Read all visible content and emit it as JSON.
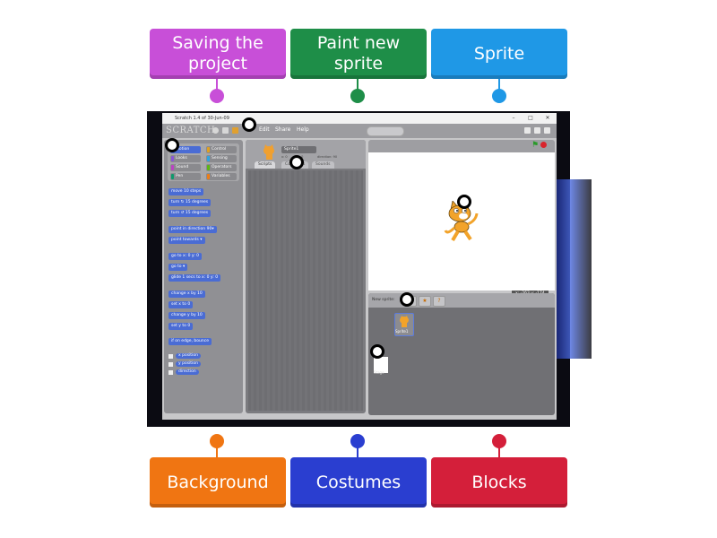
{
  "labels": {
    "top": [
      {
        "text": "Saving the project",
        "color": "#c84fd8"
      },
      {
        "text": "Paint new sprite",
        "color": "#1e8e48"
      },
      {
        "text": "Sprite",
        "color": "#1f98e6"
      }
    ],
    "bottom": [
      {
        "text": "Background",
        "color": "#f07512"
      },
      {
        "text": "Costumes",
        "color": "#2a3ed0"
      },
      {
        "text": "Blocks",
        "color": "#d41f3a"
      }
    ]
  },
  "app": {
    "title": "Scratch 1.4 of 30-Jun-09",
    "logo": "SCRATCH",
    "menus": [
      "Edit",
      "Share",
      "Help"
    ],
    "window_controls": [
      "–",
      "□",
      "✕"
    ]
  },
  "categories": [
    "Motion",
    "Control",
    "Looks",
    "Sensing",
    "Sound",
    "Operators",
    "Pen",
    "Variables"
  ],
  "category_colors": [
    "#4a6cd4",
    "#e0a020",
    "#8a55d7",
    "#2ca5e2",
    "#bb42c3",
    "#5cb712",
    "#0e9a6c",
    "#ee7d16"
  ],
  "blocks": [
    "move 10 steps",
    "turn ↻ 15 degrees",
    "turn ↺ 15 degrees",
    "point in direction 90▾",
    "point towards ▾",
    "go to x: 0 y: 0",
    "go to ▾",
    "glide 1 secs to x: 0 y: 0",
    "change x by 10",
    "set x to 0",
    "change y by 10",
    "set y to 0",
    "if on edge, bounce"
  ],
  "reporters": [
    "x position",
    "y position",
    "direction"
  ],
  "sprite": {
    "name": "Sprite1",
    "x_label": "x: 0",
    "y_label": "y: 0",
    "direction_label": "direction: 90"
  },
  "tabs": [
    "Scripts",
    "Costumes",
    "Sounds"
  ],
  "coords": "x: -263  y: -174",
  "sprite_list": {
    "new_sprite_label": "New sprite:",
    "thumb_label": "Sprite1",
    "stage_label": "Stage"
  }
}
